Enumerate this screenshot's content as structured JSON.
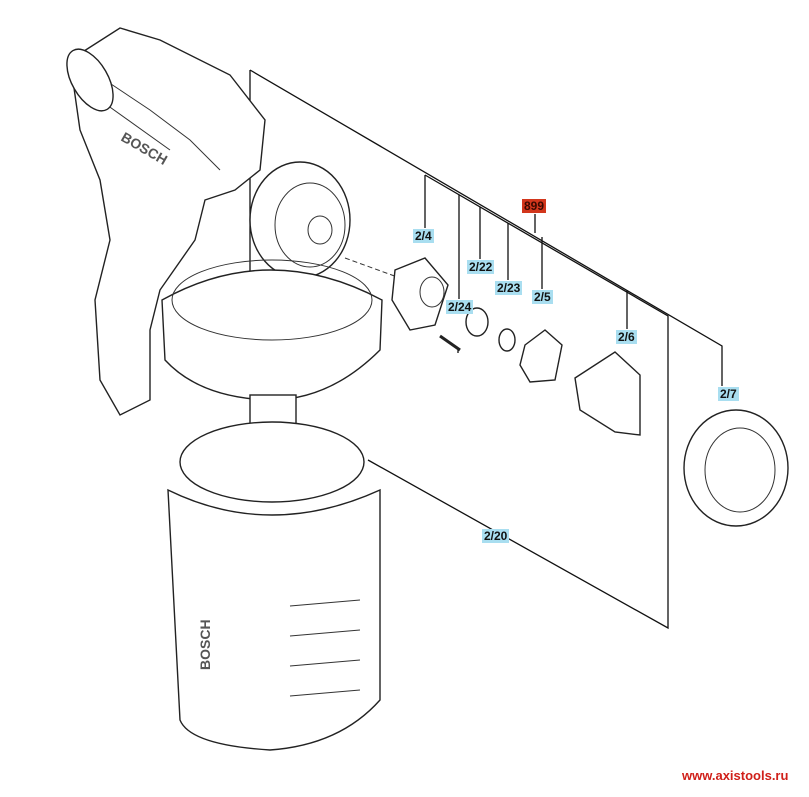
{
  "diagram": {
    "parts": [
      {
        "id": "2/4",
        "highlight": false
      },
      {
        "id": "2/22",
        "highlight": false
      },
      {
        "id": "899",
        "highlight": true
      },
      {
        "id": "2/23",
        "highlight": false
      },
      {
        "id": "2/24",
        "highlight": false
      },
      {
        "id": "2/5",
        "highlight": false
      },
      {
        "id": "2/6",
        "highlight": false
      },
      {
        "id": "2/7",
        "highlight": false
      },
      {
        "id": "2/20",
        "highlight": false
      }
    ],
    "brand_marks": [
      "BOSCH",
      "BOSCH"
    ],
    "label_color": "#a9def0",
    "highlight_color": "#d2361c"
  },
  "watermark": "www.axistools.ru"
}
